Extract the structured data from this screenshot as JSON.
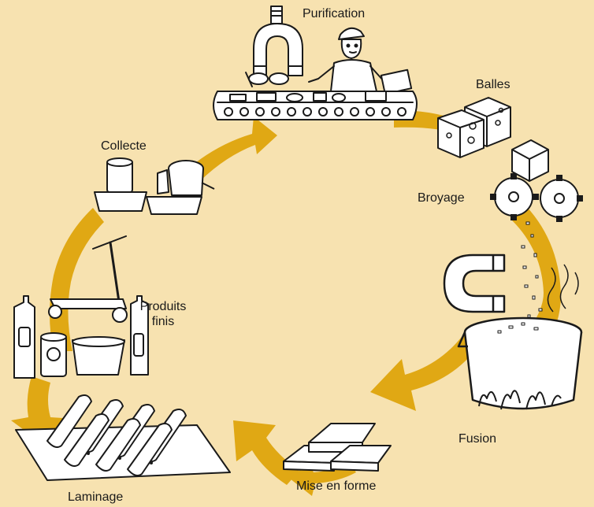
{
  "diagram": {
    "steps": [
      {
        "id": "purification",
        "label": "Purification"
      },
      {
        "id": "balles",
        "label": "Balles"
      },
      {
        "id": "broyage",
        "label": "Broyage"
      },
      {
        "id": "fusion",
        "label": "Fusion"
      },
      {
        "id": "mise-en-forme",
        "label": "Mise en forme"
      },
      {
        "id": "laminage",
        "label": "Laminage"
      },
      {
        "id": "produits-finis",
        "label_line1": "Produits",
        "label_line2": "finis"
      },
      {
        "id": "collecte",
        "label": "Collecte"
      }
    ],
    "colors": {
      "background": "#f7e2b0",
      "arrow": "#e0a814",
      "ink": "#1a1a1a"
    }
  }
}
